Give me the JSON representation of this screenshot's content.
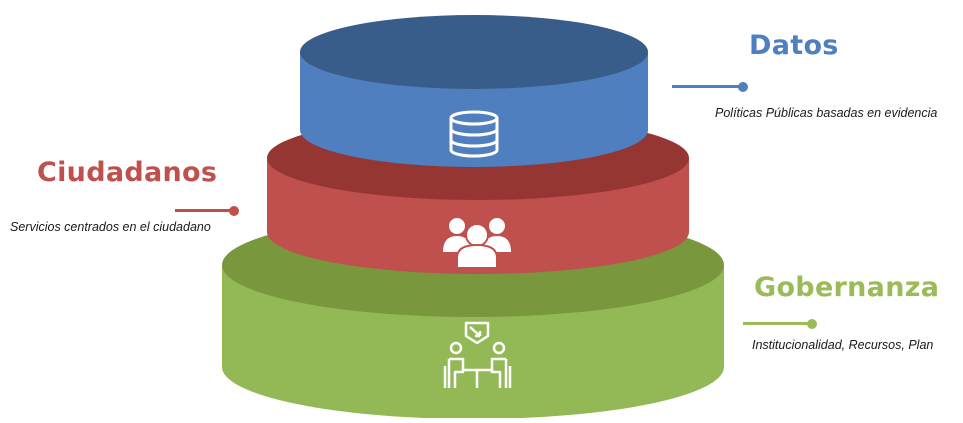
{
  "layers": {
    "datos": {
      "title": "Datos",
      "subtitle": "Políticas Públicas basadas en evidencia",
      "icon": "database-icon",
      "color": "#4f7fbf"
    },
    "ciudadanos": {
      "title": "Ciudadanos",
      "subtitle": "Servicios centrados en el ciudadano",
      "icon": "people-group-icon",
      "color": "#c0504d"
    },
    "gobernanza": {
      "title": "Gobernanza",
      "subtitle": "Institucionalidad, Recursos, Plan",
      "icon": "meeting-icon",
      "color": "#9bbb59"
    }
  }
}
